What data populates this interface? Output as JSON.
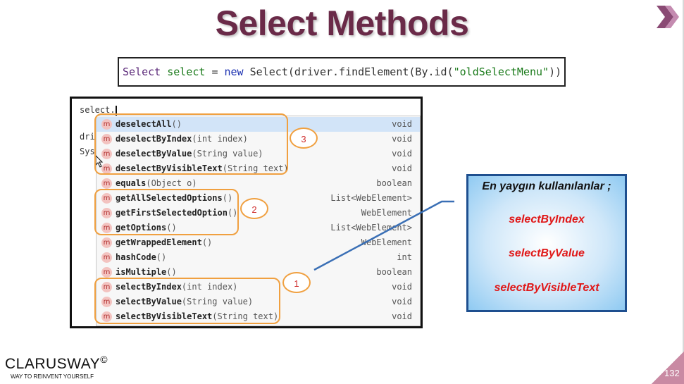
{
  "title": "Select Methods",
  "code_line": {
    "type1": "Select",
    "var": "select",
    "eq": "=",
    "kw_new": "new",
    "type2": "Select",
    "call_open": "(driver.findElement(By.id(",
    "string": "\"oldSelectMenu\"",
    "call_close": "))"
  },
  "editor": {
    "line1": "select.",
    "line2": "dri",
    "line3": "Sys"
  },
  "autocomplete": {
    "icon_letter": "m",
    "items": [
      {
        "name": "deselectAll",
        "params": "()",
        "type": "void"
      },
      {
        "name": "deselectByIndex",
        "params": "(int index)",
        "type": "void"
      },
      {
        "name": "deselectByValue",
        "params": "(String value)",
        "type": "void"
      },
      {
        "name": "deselectByVisibleText",
        "params": "(String text)",
        "type": "void"
      },
      {
        "name": "equals",
        "params": "(Object o)",
        "type": "boolean"
      },
      {
        "name": "getAllSelectedOptions",
        "params": "()",
        "type": "List<WebElement>"
      },
      {
        "name": "getFirstSelectedOption",
        "params": "()",
        "type": "WebElement"
      },
      {
        "name": "getOptions",
        "params": "()",
        "type": "List<WebElement>"
      },
      {
        "name": "getWrappedElement",
        "params": "()",
        "type": "WebElement"
      },
      {
        "name": "hashCode",
        "params": "()",
        "type": "int"
      },
      {
        "name": "isMultiple",
        "params": "()",
        "type": "boolean"
      },
      {
        "name": "selectByIndex",
        "params": "(int index)",
        "type": "void"
      },
      {
        "name": "selectByValue",
        "params": "(String value)",
        "type": "void"
      },
      {
        "name": "selectByVisibleText",
        "params": "(String text)",
        "type": "void"
      }
    ]
  },
  "bubbles": {
    "one": "1",
    "two": "2",
    "three": "3"
  },
  "info_panel": {
    "heading": "En yaygın kullanılanlar ;",
    "items": [
      "selectByIndex",
      "selectByValue",
      "selectByVisibleText"
    ]
  },
  "brand": {
    "name": "CLARUSWAY",
    "symbol": "©",
    "tagline": "WAY TO REINVENT YOURSELF"
  },
  "page_number": "132",
  "colors": {
    "title": "#6a2a48",
    "accent_orange": "#f0a040",
    "highlight_red": "#e01818",
    "panel_border": "#1e4f8f",
    "connector_blue": "#3a6fb5"
  }
}
